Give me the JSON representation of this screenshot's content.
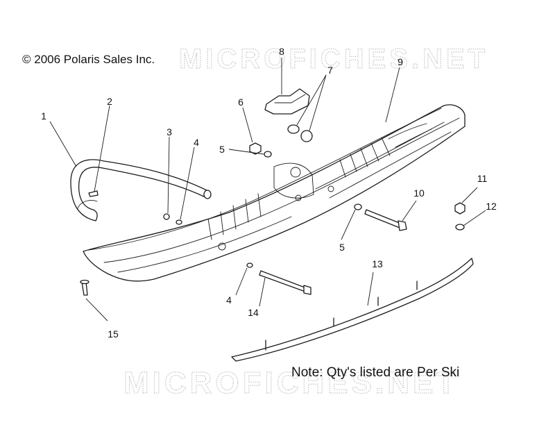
{
  "copyright": "© 2006 Polaris Sales Inc.",
  "watermark": "MICROFICHES.NET",
  "note": "Note: Qty's listed are Per Ski",
  "callouts": [
    {
      "id": "c1",
      "label": "1"
    },
    {
      "id": "c2",
      "label": "2"
    },
    {
      "id": "c3",
      "label": "3"
    },
    {
      "id": "c4a",
      "label": "4"
    },
    {
      "id": "c4b",
      "label": "4"
    },
    {
      "id": "c5a",
      "label": "5"
    },
    {
      "id": "c5b",
      "label": "5"
    },
    {
      "id": "c6",
      "label": "6"
    },
    {
      "id": "c7",
      "label": "7"
    },
    {
      "id": "c8",
      "label": "8"
    },
    {
      "id": "c9",
      "label": "9"
    },
    {
      "id": "c10",
      "label": "10"
    },
    {
      "id": "c11",
      "label": "11"
    },
    {
      "id": "c12",
      "label": "12"
    },
    {
      "id": "c13",
      "label": "13"
    },
    {
      "id": "c14",
      "label": "14"
    },
    {
      "id": "c15",
      "label": "15"
    }
  ]
}
